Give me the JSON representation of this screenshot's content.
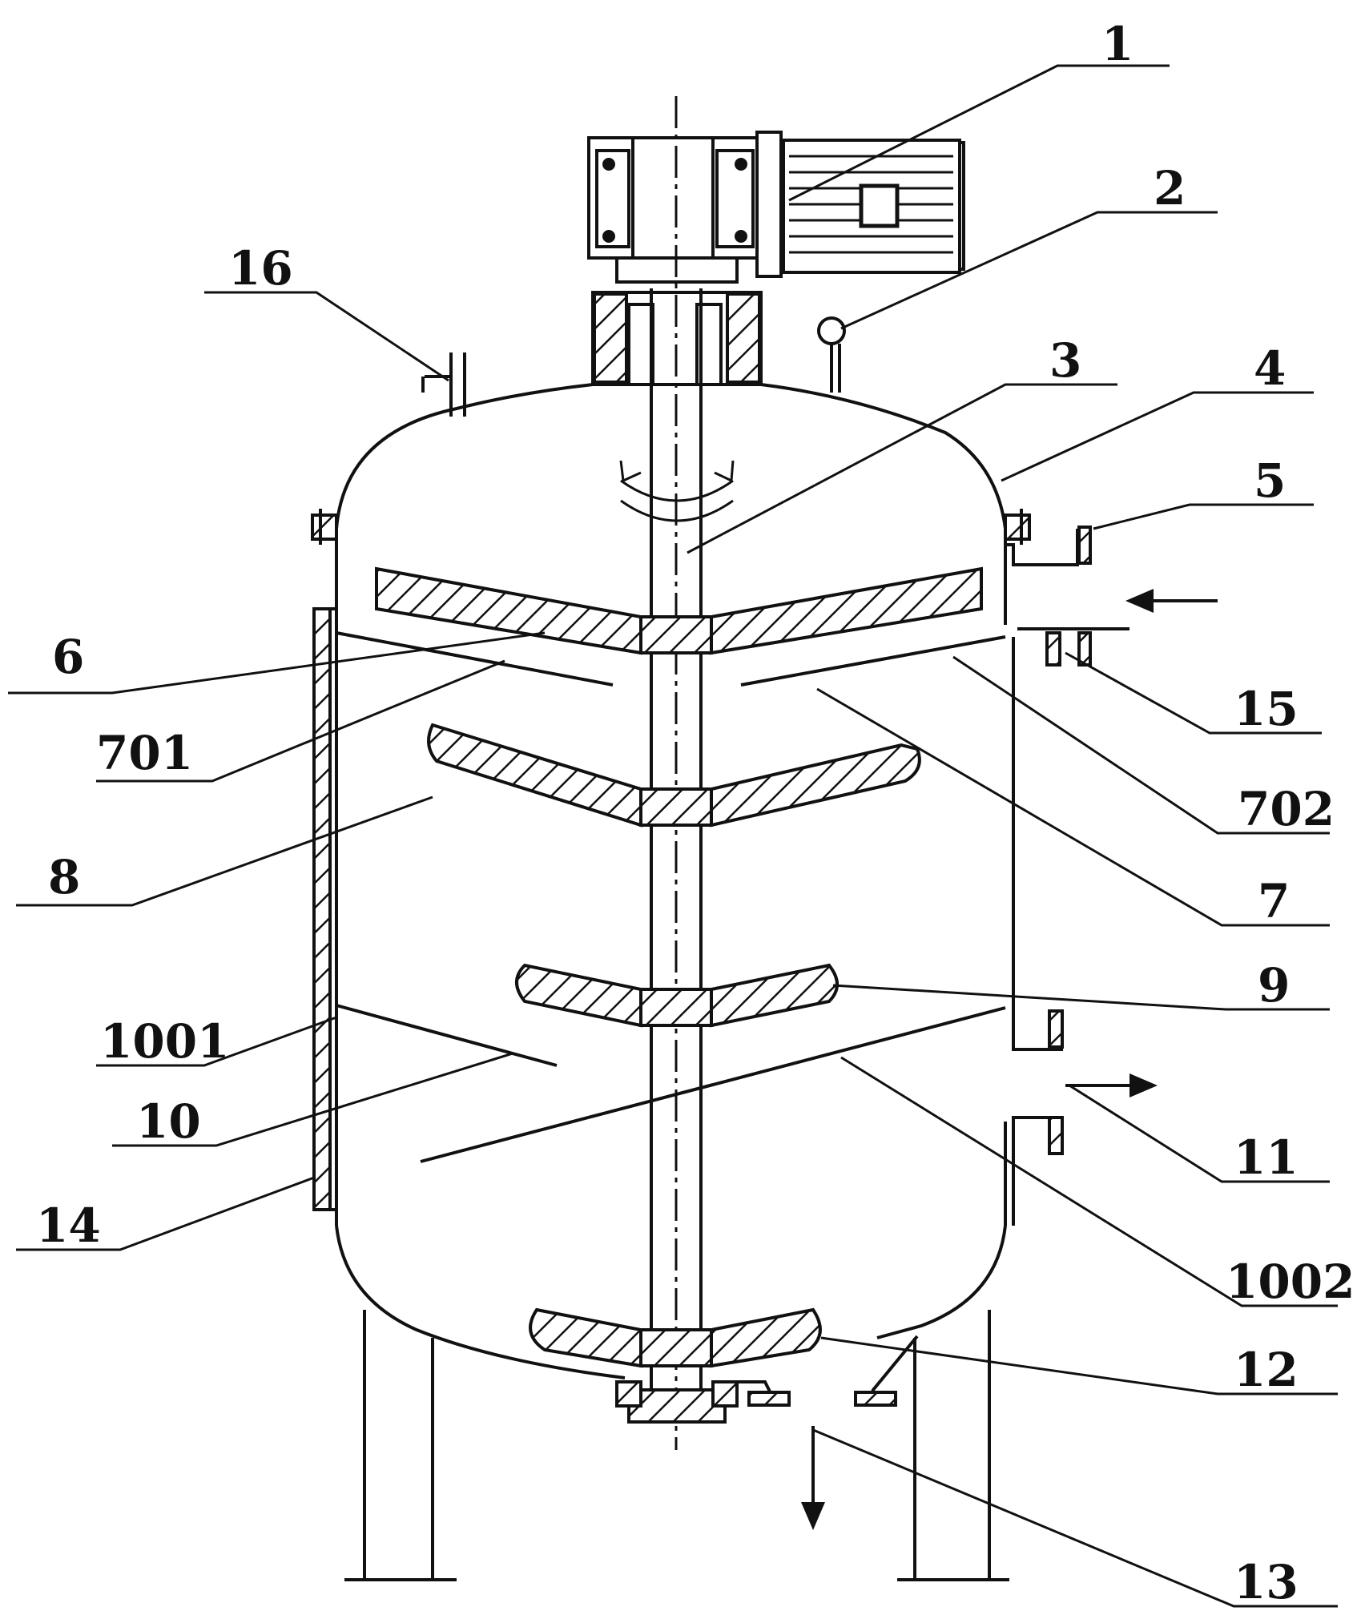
{
  "labels": {
    "l1": "1",
    "l2": "2",
    "l3": "3",
    "l4": "4",
    "l5": "5",
    "l6": "6",
    "l7": "7",
    "l8": "8",
    "l9": "9",
    "l10": "10",
    "l11": "11",
    "l12": "12",
    "l13": "13",
    "l14": "14",
    "l15": "15",
    "l16": "16",
    "l701": "701",
    "l702": "702",
    "l1001": "1001",
    "l1002": "1002"
  }
}
